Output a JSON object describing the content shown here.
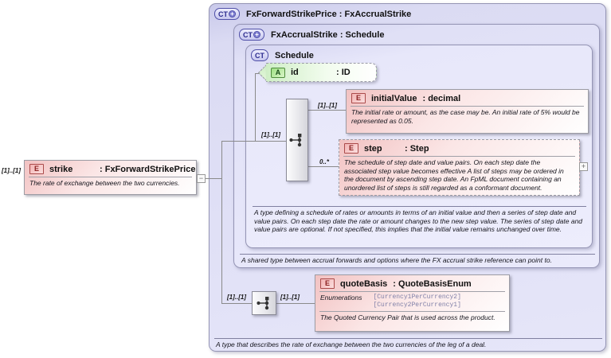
{
  "outer": {
    "badge": "CT",
    "plus": "+",
    "title": "FxForwardStrikePrice : FxAccrualStrike",
    "annotation": "A type that describes the rate of exchange between the two currencies of the leg of a deal."
  },
  "accrual": {
    "badge": "CT",
    "plus": "+",
    "title": "FxAccrualStrike : Schedule",
    "annotation": "A shared type between accrual forwards and options where the FX accrual strike reference can point to."
  },
  "schedule": {
    "badge": "CT",
    "title": "Schedule",
    "annotation": "A type defining a schedule of rates or amounts in terms of an initial value and then a series of step date and value pairs. On each step date the rate or amount changes to the new step value. The series of step date and value pairs are optional. If not specified, this implies that the initial value remains unchanged over time.",
    "content_cardinality": "[1]..[1]"
  },
  "strike": {
    "badge": "E",
    "name": "strike",
    "type": ": FxForwardStrikePrice",
    "cardinality": "[1]..[1]",
    "annotation": "The rate of exchange between the two currencies.",
    "collapse_glyph": "−"
  },
  "id_attr": {
    "badge": "A",
    "name": "id",
    "type": ": ID"
  },
  "initial_value": {
    "badge": "E",
    "name": "initialValue",
    "type": ": decimal",
    "cardinality": "[1]..[1]",
    "annotation": "The initial rate or amount, as the case may be. An initial rate of 5% would be represented as 0.05."
  },
  "step": {
    "badge": "E",
    "name": "step",
    "type": ": Step",
    "cardinality": "0..*",
    "annotation": "The schedule of step date and value pairs. On each step date the associated step value becomes effective A list of steps may be ordered in the document by ascending step date. An FpML document containing an unordered list of steps is still regarded as a conformant document.",
    "expand_glyph": "+"
  },
  "quote_basis": {
    "badge": "E",
    "name": "quoteBasis",
    "type": ": QuoteBasisEnum",
    "cardinality_left": "[1]..[1]",
    "cardinality_right": "[1]..[1]",
    "enum_label": "Enumerations",
    "enum_value_1": "[Currency1PerCurrency2]",
    "enum_value_2": "[Currency2PerCurrency1]",
    "annotation": "The Quoted Currency Pair that is used across the product."
  },
  "colors": {
    "lavender_fill": "#e0e0f6",
    "element_pink": "#f2c2c2",
    "attribute_green": "#cfeec6",
    "badge_element_border": "#aa4a4a",
    "badge_type_border": "#5050a8",
    "enum_value_text": "#8080a8",
    "connector_line": "#8a8a8a"
  }
}
